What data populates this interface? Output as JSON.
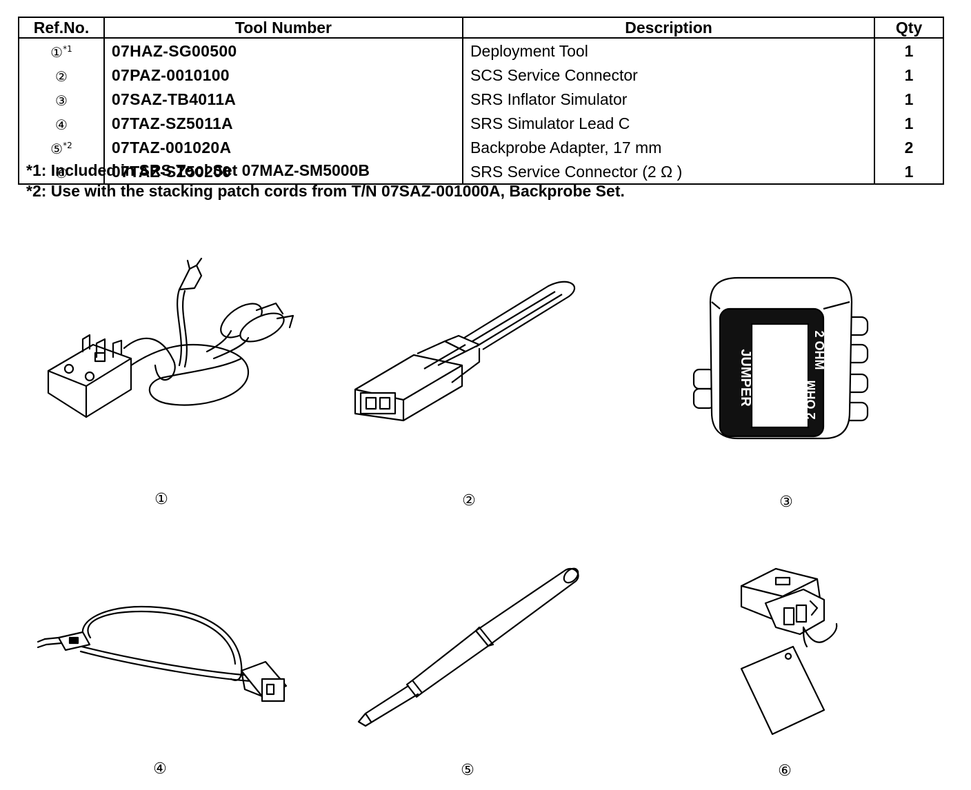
{
  "table": {
    "headers": {
      "ref": "Ref.No.",
      "tool_number": "Tool Number",
      "description": "Description",
      "qty": "Qty"
    },
    "rows": [
      {
        "ref": "①",
        "mark": "*1",
        "tool_number": "07HAZ-SG00500",
        "description": "Deployment Tool",
        "qty": "1"
      },
      {
        "ref": "②",
        "mark": "",
        "tool_number": "07PAZ-0010100",
        "description": "SCS Service Connector",
        "qty": "1"
      },
      {
        "ref": "③",
        "mark": "",
        "tool_number": "07SAZ-TB4011A",
        "description": "SRS Inflator Simulator",
        "qty": "1"
      },
      {
        "ref": "④",
        "mark": "",
        "tool_number": "07TAZ-SZ5011A",
        "description": "SRS Simulator Lead C",
        "qty": "1"
      },
      {
        "ref": "⑤",
        "mark": "*2",
        "tool_number": "07TAZ-001020A",
        "description": "Backprobe Adapter, 17 mm",
        "qty": "2"
      },
      {
        "ref": "⑥",
        "mark": "",
        "tool_number": "07TAZ-SZ50200",
        "description": "SRS Service Connector (2 Ω )",
        "qty": "1"
      }
    ]
  },
  "notes": {
    "note1": "*1: Included in SRS Tool Set 07MAZ-SM5000B",
    "note2": "*2: Use with the stacking patch cords from T/N 07SAZ-001000A, Backprobe Set."
  },
  "figures": {
    "fig1": {
      "label": "①",
      "icon": "deployment-tool-icon"
    },
    "fig2": {
      "label": "②",
      "icon": "scs-connector-icon"
    },
    "fig3": {
      "label": "③",
      "icon": "inflator-simulator-icon",
      "text_left": "JUMPER",
      "text_mid": "2 OHM",
      "text_right": "2 OHM"
    },
    "fig4": {
      "label": "④",
      "icon": "simulator-lead-icon"
    },
    "fig5": {
      "label": "⑤",
      "icon": "backprobe-adapter-icon"
    },
    "fig6": {
      "label": "⑥",
      "icon": "srs-service-connector-icon"
    }
  }
}
